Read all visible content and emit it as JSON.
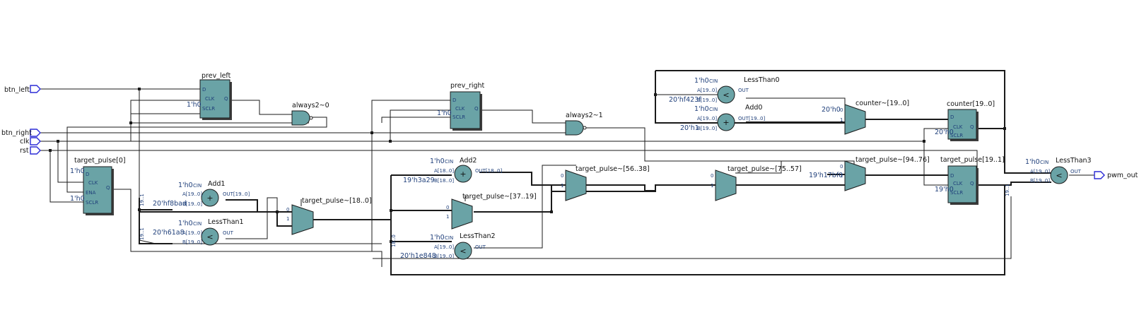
{
  "ports": {
    "inputs": [
      "btn_left",
      "btn_right",
      "clk",
      "rst"
    ],
    "outputs": [
      "pwm_out"
    ]
  },
  "registers": {
    "prev_left": {
      "name": "prev_left",
      "init": "1'h0",
      "pins": [
        "D",
        "CLK",
        "SCLR",
        "Q"
      ]
    },
    "prev_right": {
      "name": "prev_right",
      "init": "1'h0",
      "pins": [
        "D",
        "CLK",
        "SCLR",
        "Q"
      ]
    },
    "target_pulse_0": {
      "name": "target_pulse[0]",
      "init_d": "1'h0",
      "init_sclr": "1'h0",
      "pins": [
        "D",
        "CLK",
        "ENA",
        "SCLR",
        "Q"
      ]
    },
    "counter": {
      "name": "counter[19..0]",
      "init": "20'h0",
      "pins": [
        "D",
        "CLK",
        "SCLR",
        "Q"
      ]
    },
    "target_pulse_19_1": {
      "name": "target_pulse[19..1]",
      "init": "19'h0",
      "pins": [
        "D",
        "CLK",
        "SCLR",
        "Q"
      ]
    }
  },
  "gates": {
    "always2_0": "always2~0",
    "always2_1": "always2~1"
  },
  "arith": {
    "less_than0": {
      "name": "LessThan0",
      "op": "<",
      "cin": "1'h0",
      "const": "20'hf423f",
      "pin_cin": "CIN",
      "pin_a": "A[19..0]",
      "pin_b": "B[19..0]",
      "pin_out": "OUT"
    },
    "add0": {
      "name": "Add0",
      "op": "+",
      "cin": "1'h0",
      "const": "20'h1",
      "pin_cin": "CIN",
      "pin_a": "A[19..0]",
      "pin_b": "B[19..0]",
      "pin_out": "OUT[19..0]"
    },
    "add1": {
      "name": "Add1",
      "op": "+",
      "cin": "1'h0",
      "const": "20'hf8bad",
      "pin_cin": "CIN",
      "pin_a": "A[19..0]",
      "pin_b": "B[19..0]",
      "pin_out": "OUT[19..0]"
    },
    "less_than1": {
      "name": "LessThan1",
      "op": "<",
      "cin": "1'h0",
      "const": "20'h61a8",
      "pin_cin": "CIN",
      "pin_a": "A[19..0]",
      "pin_b": "B[19..0]",
      "pin_out": "OUT"
    },
    "add2": {
      "name": "Add2",
      "op": "+",
      "cin": "1'h0",
      "const": "19'h3a29",
      "pin_cin": "CIN",
      "pin_a": "A[18..0]",
      "pin_b": "B[18..0]",
      "pin_out": "OUT[18..0]"
    },
    "less_than2": {
      "name": "LessThan2",
      "op": "<",
      "cin": "1'h0",
      "const": "20'h1e848",
      "pin_cin": "CIN",
      "pin_a": "A[19..0]",
      "pin_b": "B[19..0]",
      "pin_out": "OUT"
    },
    "less_than3": {
      "name": "LessThan3",
      "op": "<",
      "cin": "1'h0",
      "pin_cin": "CIN",
      "pin_a": "A[19..0]",
      "pin_b": "B[19..0]",
      "pin_out": "OUT"
    }
  },
  "muxes": {
    "mux_18_0": {
      "name": "target_pulse~[18..0]"
    },
    "mux_37_19": {
      "name": "target_pulse~[37..19]"
    },
    "mux_56_38": {
      "name": "target_pulse~[56..38]"
    },
    "mux_75_57": {
      "name": "target_pulse~[75..57]"
    },
    "mux_94_76": {
      "name": "target_pulse~[94..76]",
      "const": "19'h17bf0"
    },
    "counter_mux": {
      "name": "counter~[19..0]",
      "const": "20'h0"
    }
  },
  "mux_pins": {
    "sel0": "0",
    "sel1": "1"
  },
  "bus_tags": {
    "t19": "19..1",
    "t18": "18..0"
  }
}
